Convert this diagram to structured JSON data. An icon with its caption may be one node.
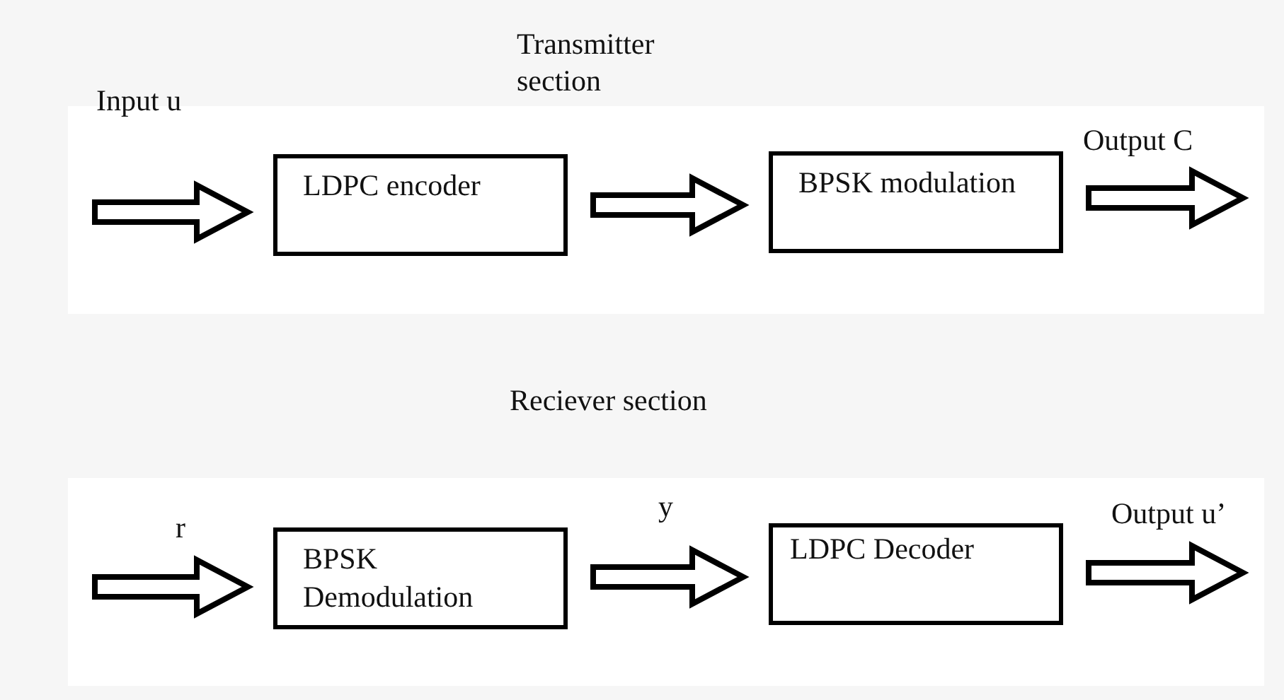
{
  "diagram": {
    "nodes": [
      {
        "text": [
          "LDPC encoder"
        ]
      },
      {
        "text": [
          "BPSK modulation"
        ]
      },
      {
        "text": [
          "BPSK Demodulation"
        ]
      },
      {
        "text": [
          "LDPC Decoder"
        ]
      }
    ],
    "edges": [
      {
        "from": null,
        "to": 0,
        "arrow": "to",
        "label": "Input u"
      },
      {
        "from": 0,
        "to": 1,
        "arrow": "to"
      },
      {
        "from": 1,
        "to": null,
        "arrow": "to",
        "label": "Output C"
      },
      {
        "from": null,
        "to": 2,
        "arrow": "to",
        "label": "r"
      },
      {
        "from": 2,
        "to": 3,
        "arrow": "to",
        "label": "y"
      },
      {
        "from": 3,
        "to": null,
        "arrow": "to",
        "label": "Output u’"
      }
    ],
    "labels": [
      "Transmitter section",
      "Reciever section"
    ]
  }
}
